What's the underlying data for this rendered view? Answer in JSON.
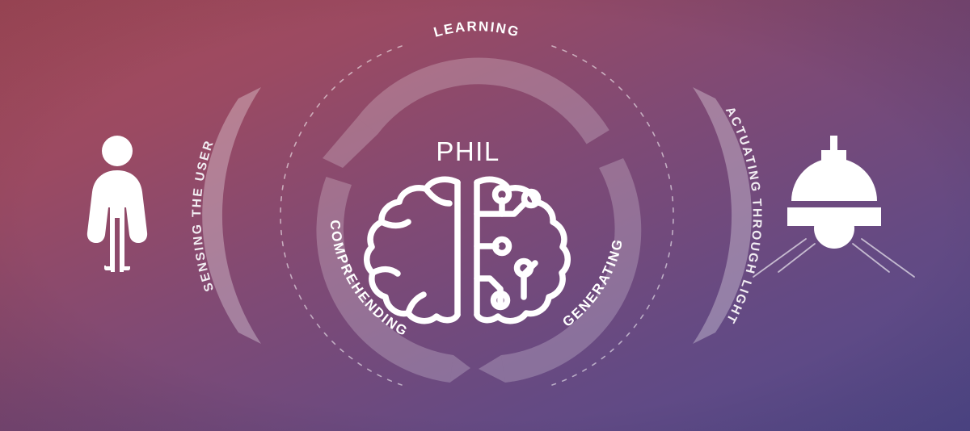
{
  "graphic": {
    "title": "PHIL",
    "background": {
      "gradient_from": "#a84b59",
      "gradient_mid": "#7d4a74",
      "gradient_to": "#514a8d",
      "direction": "top-left to bottom-right diagonal"
    },
    "colors": {
      "arc_band": "rgba(255,255,255,0.22)",
      "outer_arc_band": "rgba(255,255,255,0.30)",
      "dashed_ring": "rgba(255,255,255,0.55)",
      "icon": "#ffffff",
      "label_text": "#ffffff"
    },
    "cycle": {
      "name": "phil-capability-cycle",
      "direction": "counter-clockwise",
      "steps": [
        {
          "id": "learning",
          "label": "LEARNING",
          "position": "top"
        },
        {
          "id": "comprehending",
          "label": "COMPREHENDING",
          "position": "bottom-left"
        },
        {
          "id": "generating",
          "label": "GENERATING",
          "position": "bottom-right"
        }
      ]
    },
    "flows": [
      {
        "id": "sensing-the-user",
        "label": "SENSING THE USER",
        "side": "left",
        "reading": "bottom-to-top"
      },
      {
        "id": "actuating-through-light",
        "label": "ACTUATING THROUGH LIGHT",
        "side": "right",
        "reading": "top-to-bottom"
      }
    ],
    "icons": {
      "user": "person-icon",
      "center": "brain-circuit-icon",
      "output": "pendant-lamp-icon"
    }
  }
}
